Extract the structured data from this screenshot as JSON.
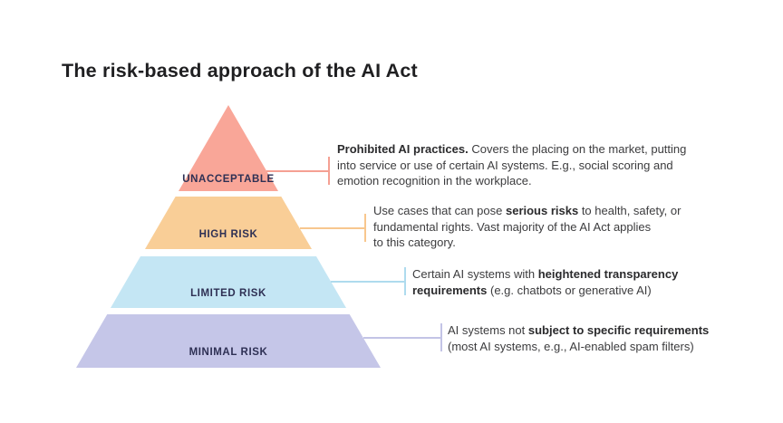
{
  "title": "The risk-based approach of the AI Act",
  "pyramid": {
    "label_color": "#2e3054",
    "levels": [
      {
        "id": "unacceptable",
        "label": "UNACCEPTABLE",
        "fill": "#F9A698",
        "connector_color": "#F5A093",
        "description": [
          {
            "bold": true,
            "text": "Prohibited AI practices."
          },
          {
            "bold": false,
            "text": " Covers the placing on the market, putting\ninto service or use of certain AI systems. E.g., social scoring and\nemotion recognition in the workplace."
          }
        ]
      },
      {
        "id": "high-risk",
        "label": "HIGH RISK",
        "fill": "#F9CE97",
        "connector_color": "#F8C78E",
        "description": [
          {
            "bold": false,
            "text": "Use cases that can pose "
          },
          {
            "bold": true,
            "text": "serious risks"
          },
          {
            "bold": false,
            "text": " to health, safety, or\nfundamental rights. Vast majority of the AI Act applies\nto this category."
          }
        ]
      },
      {
        "id": "limited-risk",
        "label": "LIMITED RISK",
        "fill": "#C4E6F4",
        "connector_color": "#AEDBEE",
        "description": [
          {
            "bold": false,
            "text": "Certain AI systems with "
          },
          {
            "bold": true,
            "text": "heightened transparency\nrequirements"
          },
          {
            "bold": false,
            "text": " (e.g. chatbots or generative AI)"
          }
        ]
      },
      {
        "id": "minimal-risk",
        "label": "MINIMAL RISK",
        "fill": "#C5C6E8",
        "connector_color": "#C3C4E6",
        "description": [
          {
            "bold": false,
            "text": "AI systems not "
          },
          {
            "bold": true,
            "text": "subject to specific requirements"
          },
          {
            "bold": false,
            "text": "\n(most AI systems, e.g., AI-enabled spam filters)"
          }
        ]
      }
    ]
  }
}
